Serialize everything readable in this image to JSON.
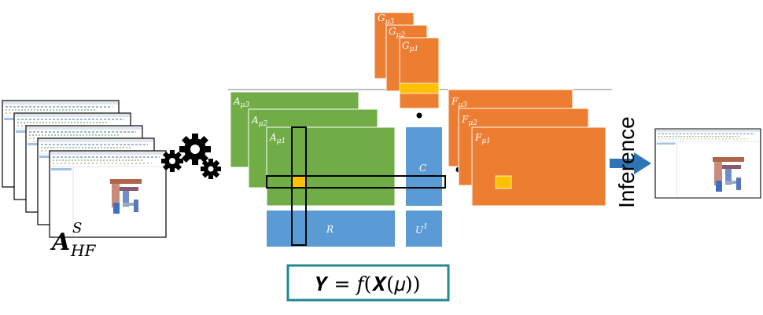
{
  "colors": {
    "green": "#70ad47",
    "orange": "#ed7d31",
    "blue": "#5b9bd5",
    "yellow": "#ffc000",
    "teal_border": "#1f8a96",
    "arrow": "#2e75b6",
    "black": "#000000"
  },
  "labels": {
    "input_symbol": "A",
    "input_sup": "S",
    "input_sub": "HF",
    "A_base": "A",
    "A_layers": [
      "μ3",
      "μ2",
      "μ1"
    ],
    "G_base": "G",
    "G_layers": [
      "μ3",
      "μ2",
      "μ1"
    ],
    "F_base": "F",
    "F_layers": [
      "μ3",
      "μ2",
      "μ1"
    ],
    "C": "C",
    "R": "R",
    "U_base": "U",
    "U_sup": "1",
    "inference": "Inference",
    "formula": "𝒀 = 𝑓(𝑿(𝜇))"
  },
  "icons": {
    "gears": "gears-icon",
    "arrow": "right-arrow-icon",
    "screenshots": "software-screenshot-icon"
  }
}
